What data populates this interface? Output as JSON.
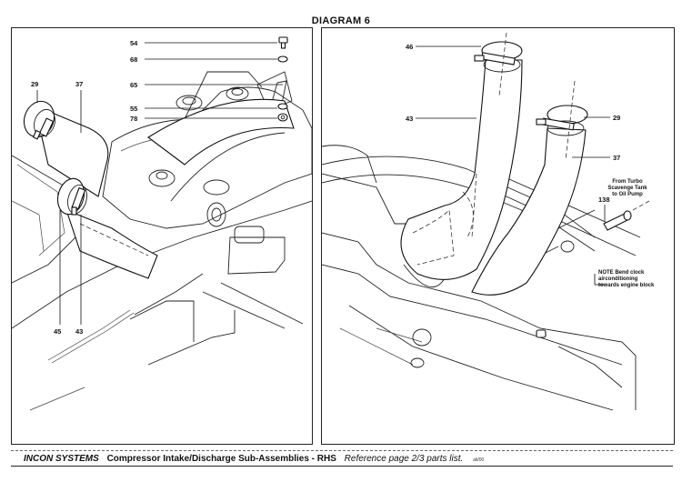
{
  "diagram_title": "DIAGRAM 6",
  "left_panel": {
    "callouts": [
      {
        "id": "54",
        "label": "54",
        "part": "bolt"
      },
      {
        "id": "68",
        "label": "68",
        "part": "washer"
      },
      {
        "id": "65",
        "label": "65",
        "part": "bracket"
      },
      {
        "id": "55",
        "label": "55",
        "part": "washer"
      },
      {
        "id": "78",
        "label": "78",
        "part": "nut"
      },
      {
        "id": "29",
        "label": "29",
        "part": "hose-clamp"
      },
      {
        "id": "37",
        "label": "37",
        "part": "hose"
      },
      {
        "id": "45",
        "label": "45",
        "part": "hose-clamp"
      },
      {
        "id": "43",
        "label": "43",
        "part": "hose"
      }
    ]
  },
  "right_panel": {
    "callouts": [
      {
        "id": "46",
        "label": "46",
        "part": "hose-clamp"
      },
      {
        "id": "43",
        "label": "43",
        "part": "hose"
      },
      {
        "id": "29",
        "label": "29",
        "part": "hose-clamp"
      },
      {
        "id": "37",
        "label": "37",
        "part": "hose"
      },
      {
        "id": "138",
        "label": "138",
        "part": "oil-pipe"
      }
    ],
    "annotation_turbo": [
      "From Turbo",
      "Scavenge Tank",
      "to Oil Pump"
    ],
    "annotation_note": [
      "NOTE  Bend clock",
      "airconditioning",
      "towards engine block"
    ]
  },
  "footer": {
    "brand": "INCON SYSTEMS",
    "subtitle": "Compressor Intake/Discharge Sub-Assemblies - RHS",
    "reference": "Reference page 2/3 parts list.",
    "code": "alt/00"
  }
}
